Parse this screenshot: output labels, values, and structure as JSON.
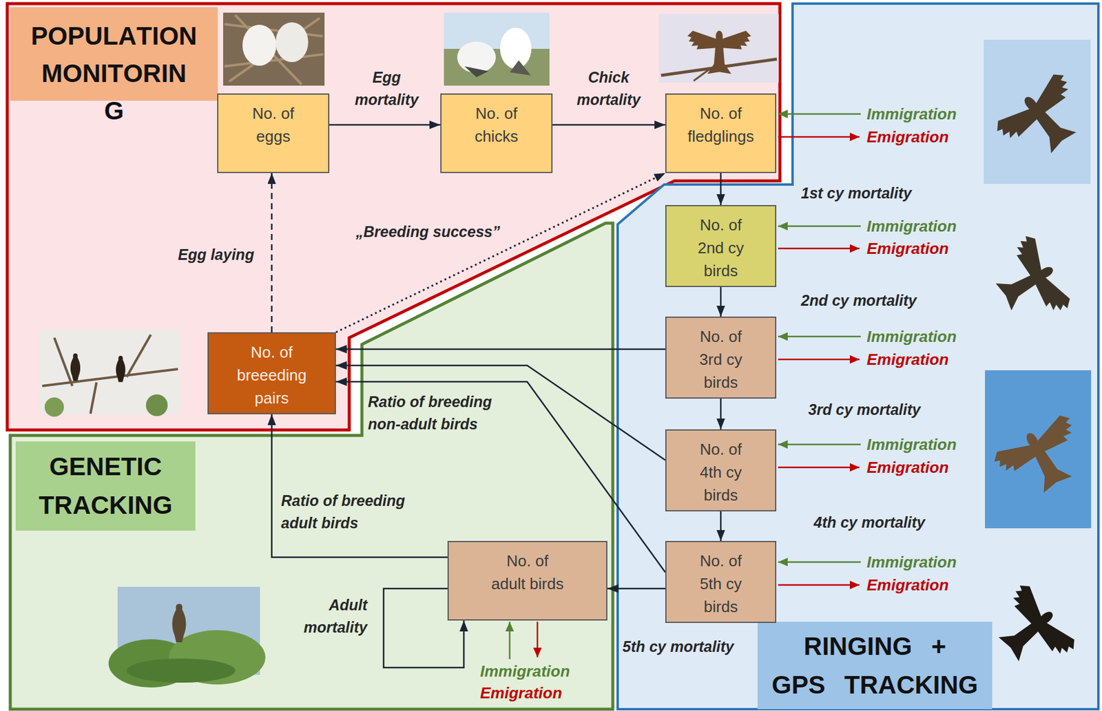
{
  "diagram": {
    "nodes": [
      {
        "text": [
          "POPULATION MONITORIN G"
        ]
      },
      {
        "text": [
          "No. of eggs"
        ],
        "in": 0
      },
      {
        "text": [
          "No. of chicks"
        ],
        "in": 0
      },
      {
        "text": [
          "No. of fledglings"
        ],
        "in": 0
      },
      {
        "text": [
          "No. of breeeding pairs"
        ],
        "in": 0
      },
      {
        "text": [
          "GENETIC TRACKING"
        ]
      },
      {
        "text": [
          "No. of adult birds"
        ],
        "in": 5
      },
      {
        "text": [
          "RINGING + GPS TRACKING"
        ]
      },
      {
        "text": [
          "No. of 2nd cy birds"
        ],
        "in": 7
      },
      {
        "text": [
          "No. of 3rd cy birds"
        ],
        "in": 7
      },
      {
        "text": [
          "No. of 4th cy birds"
        ],
        "in": 7
      },
      {
        "text": [
          "No. of 5th cy birds"
        ],
        "in": 7
      }
    ],
    "edges": [
      {
        "from": 1,
        "to": 2,
        "label": "Egg mortality",
        "arrow": "to"
      },
      {
        "from": 2,
        "to": 3,
        "label": "Chick mortality",
        "arrow": "to"
      },
      {
        "from": 3,
        "to": 8,
        "label": "1st cy mortality",
        "arrow": "to"
      },
      {
        "from": 8,
        "to": 9,
        "label": "2nd cy mortality",
        "arrow": "to"
      },
      {
        "from": 9,
        "to": 10,
        "label": "3rd cy mortality",
        "arrow": "to"
      },
      {
        "from": 10,
        "to": 11,
        "label": "4th cy mortality",
        "arrow": "to"
      },
      {
        "from": 11,
        "to": 6,
        "label": "5th cy mortality",
        "arrow": "to"
      },
      {
        "from": 4,
        "to": 1,
        "label": "Egg laying",
        "arrow": "to"
      },
      {
        "from": 4,
        "to": 3,
        "label": "„Breeding success”",
        "arrow": "to"
      },
      {
        "from": 9,
        "to": 4,
        "arrow": "to"
      },
      {
        "from": 10,
        "to": 4,
        "label": "Ratio of breeding non-adult birds",
        "arrow": "to"
      },
      {
        "from": 11,
        "to": 4,
        "arrow": "to"
      },
      {
        "from": 6,
        "to": 4,
        "label": "Ratio of breeding adult birds",
        "arrow": "to"
      },
      {
        "from": 6,
        "to": 6,
        "label": "Adult mortality",
        "arrow": "to"
      }
    ],
    "labels": [
      "Immigration",
      "Emigration",
      "Immigration",
      "Emigration",
      "Immigration",
      "Emigration",
      "Immigration",
      "Emigration",
      "Immigration",
      "Emigration",
      "Immigration",
      "Emigration"
    ]
  }
}
